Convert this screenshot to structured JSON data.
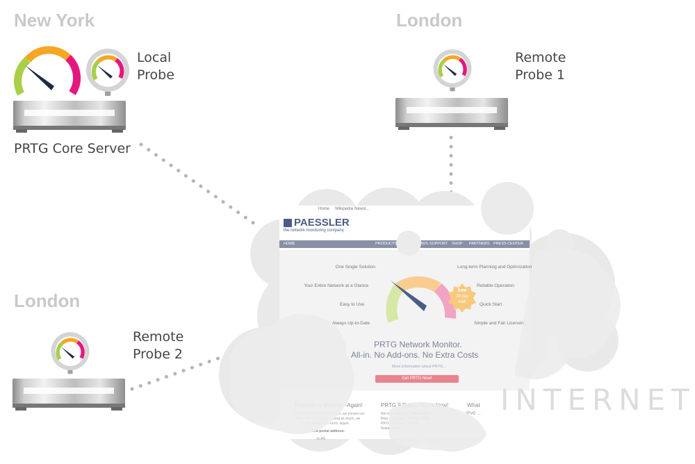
{
  "nodes": {
    "ny_city": "New York",
    "local_probe": [
      "Local",
      "Probe"
    ],
    "core_server": "PRTG Core Server",
    "london_top_city": "London",
    "remote_probe_1": [
      "Remote",
      "Probe 1"
    ],
    "london_bottom_city": "London",
    "remote_probe_2": [
      "Remote",
      "Probe 2"
    ],
    "internet": "INTERNET"
  },
  "colors": {
    "gauge_green": "#a8cf45",
    "gauge_orange": "#f5a623",
    "gauge_pink": "#e5177e",
    "city_gray": "#c9c9c9",
    "dot_gray": "#b5b5b5"
  },
  "website": {
    "top_links": [
      "Home",
      "Wikipedia",
      "Newsl..."
    ],
    "logo": "PAESSLER",
    "tagline": "the network monitoring company",
    "nav": [
      "HOME",
      "PRODUCTS",
      "DOWNLOADS",
      "SUPPORT",
      "SHOP",
      "PARTNERS",
      "PRESS CENTER"
    ],
    "features_left": [
      "One Single Solution",
      "Your Entire Network at a Glance",
      "Easy to Use",
      "Always Up-to-Date"
    ],
    "features_right": [
      "Long-term Planning and Optimization",
      "Reliable Operation",
      "Quick Start",
      "Simple and Fair Licensing"
    ],
    "badge": [
      "free",
      "30 day",
      "trial!"
    ],
    "headline_1": "PRTG Network Monitor.",
    "headline_2": "All-in. No Add-ons. No Extra Costs",
    "more_info": "More information about PRTG...",
    "cta": "Get PRTG Now!",
    "news": [
      {
        "title": "Paessler is Moving—Again!",
        "body": [
          "For the fourth time in ten years, we moved our",
          "office. We don't enjoy moving as much, we",
          "simply need more room. Again."
        ],
        "sub": "new postal address:",
        "tail": "...in AG"
      },
      {
        "title": "PRTG 9 Beta—Test It Now!",
        "body": [
          "We're excited to ... official public",
          "Beta testing pe... of today! With",
          "PRTG version ... of new",
          "features the..."
        ]
      },
      {
        "title": "What",
        "body": [
          "IPv6 ..."
        ]
      }
    ]
  }
}
